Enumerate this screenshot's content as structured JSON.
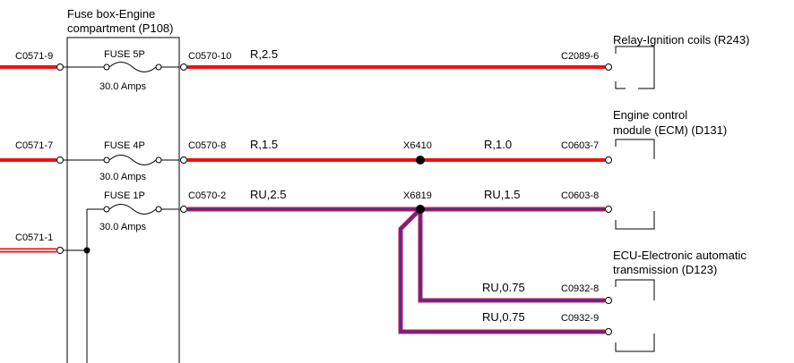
{
  "fuse_box": {
    "title_line1": "Fuse box-Engine",
    "title_line2": "compartment (P108)",
    "fuses": [
      {
        "name": "FUSE 5P",
        "rating": "30.0 Amps",
        "in_connector": "C0571-9",
        "out_connector": "C0570-10"
      },
      {
        "name": "FUSE 4P",
        "rating": "30.0 Amps",
        "in_connector": "C0571-7",
        "out_connector": "C0570-8"
      },
      {
        "name": "FUSE 1P",
        "rating": "30.0 Amps",
        "in_connector": "C0571-1",
        "out_connector": "C0570-2"
      }
    ]
  },
  "wires": {
    "w1": "R,2.5",
    "w2": "R,1.5",
    "w3": "R,1.0",
    "w4": "RU,2.5",
    "w5": "RU,1.5",
    "w6": "RU,0.75",
    "w7": "RU,0.75"
  },
  "splices": {
    "s1": "X6410",
    "s2": "X6819"
  },
  "connectors": {
    "c1": "C2089-6",
    "c2": "C0603-7",
    "c3": "C0603-8",
    "c4": "C0932-8",
    "c5": "C0932-9"
  },
  "components": {
    "relay": "Relay-Ignition coils (R243)",
    "ecm_line1": "Engine control",
    "ecm_line2": "module (ECM) (D131)",
    "ecu_line1": "ECU-Electronic automatic",
    "ecu_line2": "transmission (D123)"
  },
  "colors": {
    "red_wire": "#ee1111",
    "purple_outer": "#c01a4c",
    "purple_inner": "#5b2a8c"
  }
}
